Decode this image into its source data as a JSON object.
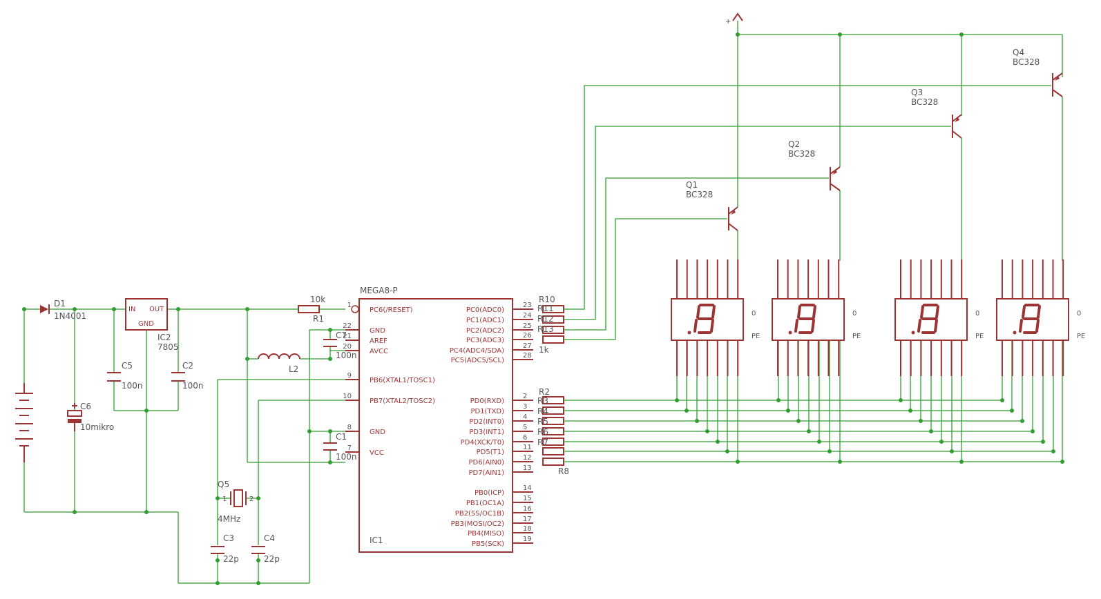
{
  "labels": {
    "D1": "D1",
    "D1_val": "1N4001",
    "IC2": "IC2",
    "IC2_val": "7805",
    "IC2_in": "IN",
    "IC2_out": "OUT",
    "IC2_gnd": "GND",
    "C5": "C5",
    "C5_val": "100n",
    "C2": "C2",
    "C2_val": "100n",
    "C6": "C6",
    "C6_val": "10mikro",
    "R1": "R1",
    "R1_val": "10k",
    "L2": "L2",
    "C7": "C7",
    "C7_val": "100n",
    "C1": "C1",
    "C1_val": "100n",
    "Q5": "Q5",
    "Q5_val": "4MHz",
    "C3": "C3",
    "C3_val": "22p",
    "C4": "C4",
    "C4_val": "22p",
    "IC1_val": "MEGA8-P",
    "IC1": "IC1",
    "R10": "R10",
    "R11": "R11",
    "R12": "R12",
    "R13": "R13",
    "Rval": "1k",
    "R2": "R2",
    "R3": "R3",
    "R4": "R4",
    "R5": "R5",
    "R6": "R6",
    "R7": "R7",
    "R8": "R8",
    "Q1": "Q1",
    "Q2": "Q2",
    "Q3": "Q3",
    "Q4": "Q4",
    "Qval": "BC328",
    "vcc": "+",
    "digit": "8",
    "dp": "."
  },
  "ic1_left_pins": [
    {
      "name": "PC6(/RESET)",
      "num": "1"
    },
    {
      "name": "GND",
      "num": "22"
    },
    {
      "name": "AREF",
      "num": "21"
    },
    {
      "name": "AVCC",
      "num": "20"
    },
    {
      "name": "PB6(XTAL1/TOSC1)",
      "num": "9"
    },
    {
      "name": "PB7(XTAL2/TOSC2)",
      "num": "10"
    },
    {
      "name": "GND",
      "num": "8"
    },
    {
      "name": "VCC",
      "num": "7"
    }
  ],
  "ic1_right_pins": [
    {
      "name": "PC0(ADC0)",
      "num": "23"
    },
    {
      "name": "PC1(ADC1)",
      "num": "24"
    },
    {
      "name": "PC2(ADC2)",
      "num": "25"
    },
    {
      "name": "PC3(ADC3)",
      "num": "26"
    },
    {
      "name": "PC4(ADC4/SDA)",
      "num": "27"
    },
    {
      "name": "PC5(ADC5/SCL)",
      "num": "28"
    },
    {
      "name": "PD0(RXD)",
      "num": "2"
    },
    {
      "name": "PD1(TXD)",
      "num": "3"
    },
    {
      "name": "PD2(INT0)",
      "num": "4"
    },
    {
      "name": "PD3(INT1)",
      "num": "5"
    },
    {
      "name": "PD4(XCK/T0)",
      "num": "6"
    },
    {
      "name": "PD5(T1)",
      "num": "11"
    },
    {
      "name": "PD6(AIN0)",
      "num": "12"
    },
    {
      "name": "PD7(AIN1)",
      "num": "13"
    },
    {
      "name": "PB0(ICP)",
      "num": "14"
    },
    {
      "name": "PB1(OC1A)",
      "num": "15"
    },
    {
      "name": "PB2(SS/OC1B)",
      "num": "16"
    },
    {
      "name": "PB3(MOSI/OC2)",
      "num": "17"
    },
    {
      "name": "PB4(MISO)",
      "num": "18"
    },
    {
      "name": "PB5(SCK)",
      "num": "19"
    }
  ],
  "colors": {
    "wire": "#2f9e2f",
    "part": "#9c3434",
    "text": "#555555"
  }
}
